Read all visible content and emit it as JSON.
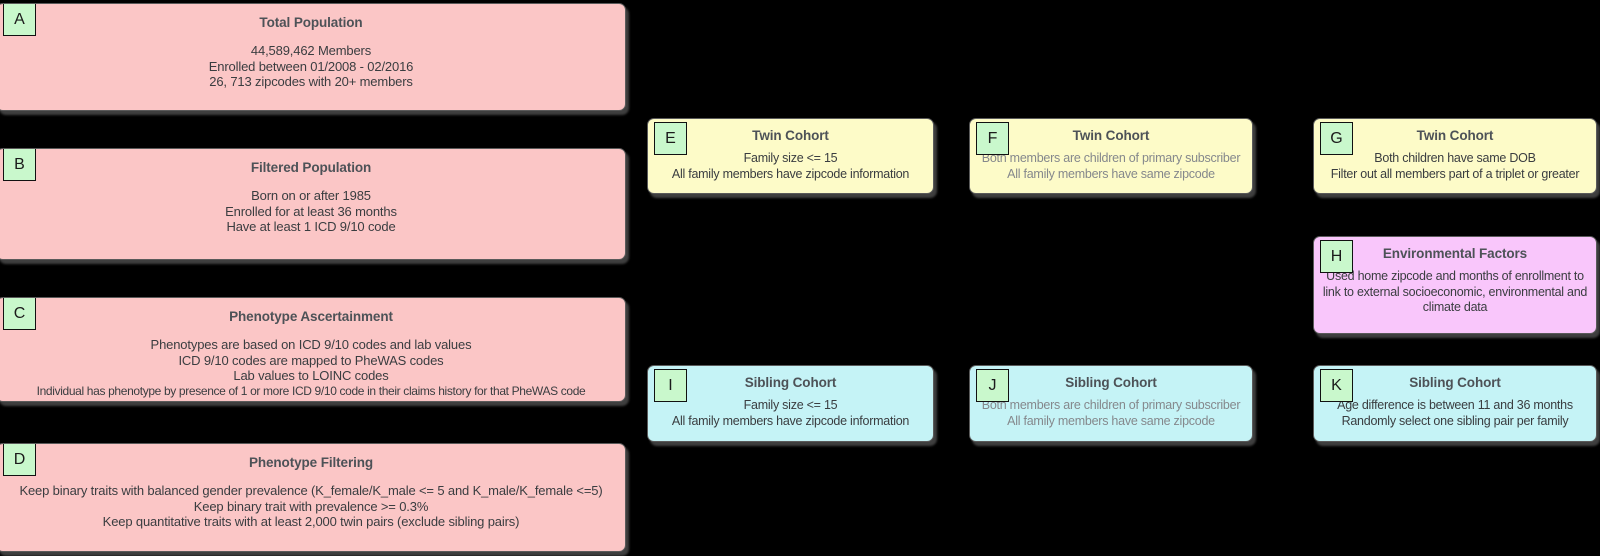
{
  "palette": {
    "background": "#000000",
    "node_pink": "#fbc6c6",
    "node_yellow": "#fdfbc8",
    "node_cyan": "#c5f3f6",
    "node_magenta": "#f9c6fb",
    "badge_green": "#c9f8cc",
    "node_border": "#5a5a5a",
    "title_text": "#4d5257",
    "body_text": "#3a3d40",
    "muted_body_text": "#85888c"
  },
  "boxes": [
    {
      "id": "A",
      "title": "Total Population",
      "lines": [
        "44,589,462 Members",
        "Enrolled between 01/2008 - 02/2016",
        "26, 713 zipcodes with 20+ members"
      ]
    },
    {
      "id": "B",
      "title": "Filtered Population",
      "lines": [
        "Born on or after 1985",
        "Enrolled for at least 36 months",
        "Have at least 1 ICD 9/10 code"
      ]
    },
    {
      "id": "C",
      "title": "Phenotype Ascertainment",
      "lines": [
        "Phenotypes are based on ICD 9/10 codes and lab values",
        "ICD 9/10 codes are mapped to PheWAS codes",
        "Lab values to LOINC codes",
        "Individual has phenotype by presence of 1 or more ICD 9/10 code in their claims history for that PheWAS code"
      ]
    },
    {
      "id": "D",
      "title": "Phenotype Filtering",
      "lines": [
        "Keep binary traits with balanced gender prevalence (K_female/K_male <= 5 and K_male/K_female <=5)",
        "Keep binary trait with prevalence >= 0.3%",
        "Keep quantitative traits with at least 2,000 twin pairs (exclude sibling pairs)"
      ]
    },
    {
      "id": "E",
      "title": "Twin Cohort",
      "lines": [
        "Family size <= 15",
        "All family members have zipcode information"
      ]
    },
    {
      "id": "F",
      "title": "Twin Cohort",
      "lines": [
        "Both members are children of primary subscriber",
        "All family members have same zipcode"
      ]
    },
    {
      "id": "G",
      "title": "Twin Cohort",
      "lines": [
        "Both children have same DOB",
        "Filter out all members part of a triplet or greater"
      ]
    },
    {
      "id": "H",
      "title": "Environmental Factors",
      "lines": [
        "Used home zipcode and months of enrollment to link to external socioeconomic, environmental and climate data"
      ]
    },
    {
      "id": "I",
      "title": "Sibling Cohort",
      "lines": [
        "Family size <= 15",
        "All family members have zipcode information"
      ]
    },
    {
      "id": "J",
      "title": "Sibling Cohort",
      "lines": [
        "Both members are children of primary subscriber",
        "All family members have same zipcode"
      ]
    },
    {
      "id": "K",
      "title": "Sibling Cohort",
      "lines": [
        "Age difference is between 11 and 36 months",
        "Randomly select one sibling pair per family"
      ]
    }
  ]
}
